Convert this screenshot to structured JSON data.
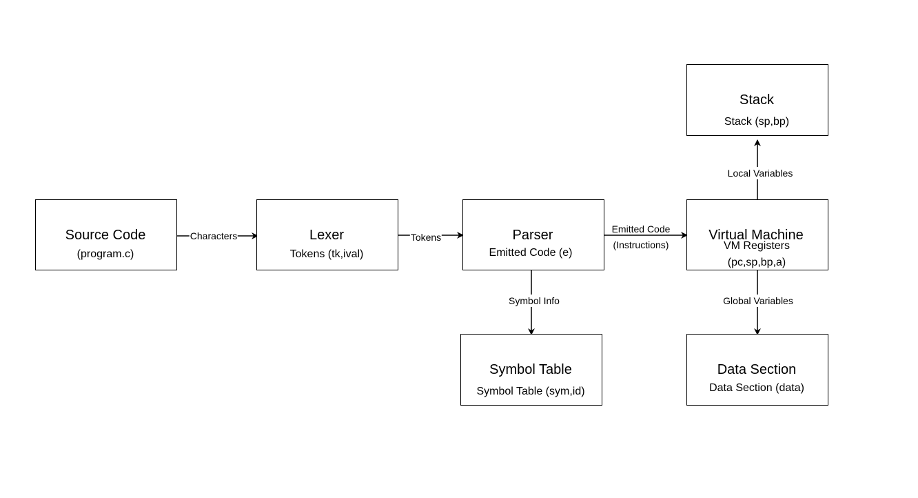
{
  "nodes": {
    "source": {
      "title": "Source Code",
      "sub": "(program.c)"
    },
    "lexer": {
      "title": "Lexer",
      "sub": "Tokens (tk,ival)"
    },
    "parser": {
      "title": "Parser",
      "sub": "Emitted Code (e)"
    },
    "vm": {
      "title": "Virtual Machine",
      "sub": "VM Registers",
      "sub2": "(pc,sp,bp,a)"
    },
    "stack": {
      "title": "Stack",
      "sub": "Stack (sp,bp)"
    },
    "symtab": {
      "title": "Symbol Table",
      "sub": "Symbol Table (sym,id)"
    },
    "data": {
      "title": "Data Section",
      "sub": "Data Section (data)"
    }
  },
  "edges": {
    "characters": "Characters",
    "tokens": "Tokens",
    "emitted_1": "Emitted Code",
    "emitted_2": "(Instructions)",
    "symbol_info": "Symbol Info",
    "local_vars": "Local Variables",
    "global_vars": "Global Variables"
  }
}
